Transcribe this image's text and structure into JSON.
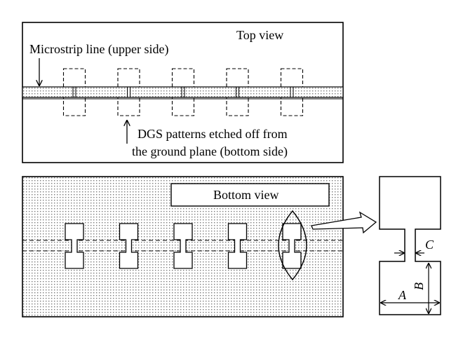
{
  "top_panel": {
    "title": "Top view",
    "microstrip_label": "Microstrip line (upper side)",
    "dgs_label_line1": "DGS patterns etched off from",
    "dgs_label_line2": "the ground plane (bottom side)"
  },
  "bottom_panel": {
    "title": "Bottom view"
  },
  "detail": {
    "dim_a": "A",
    "dim_b": "B",
    "dim_c": "C"
  },
  "pattern_count": 5
}
